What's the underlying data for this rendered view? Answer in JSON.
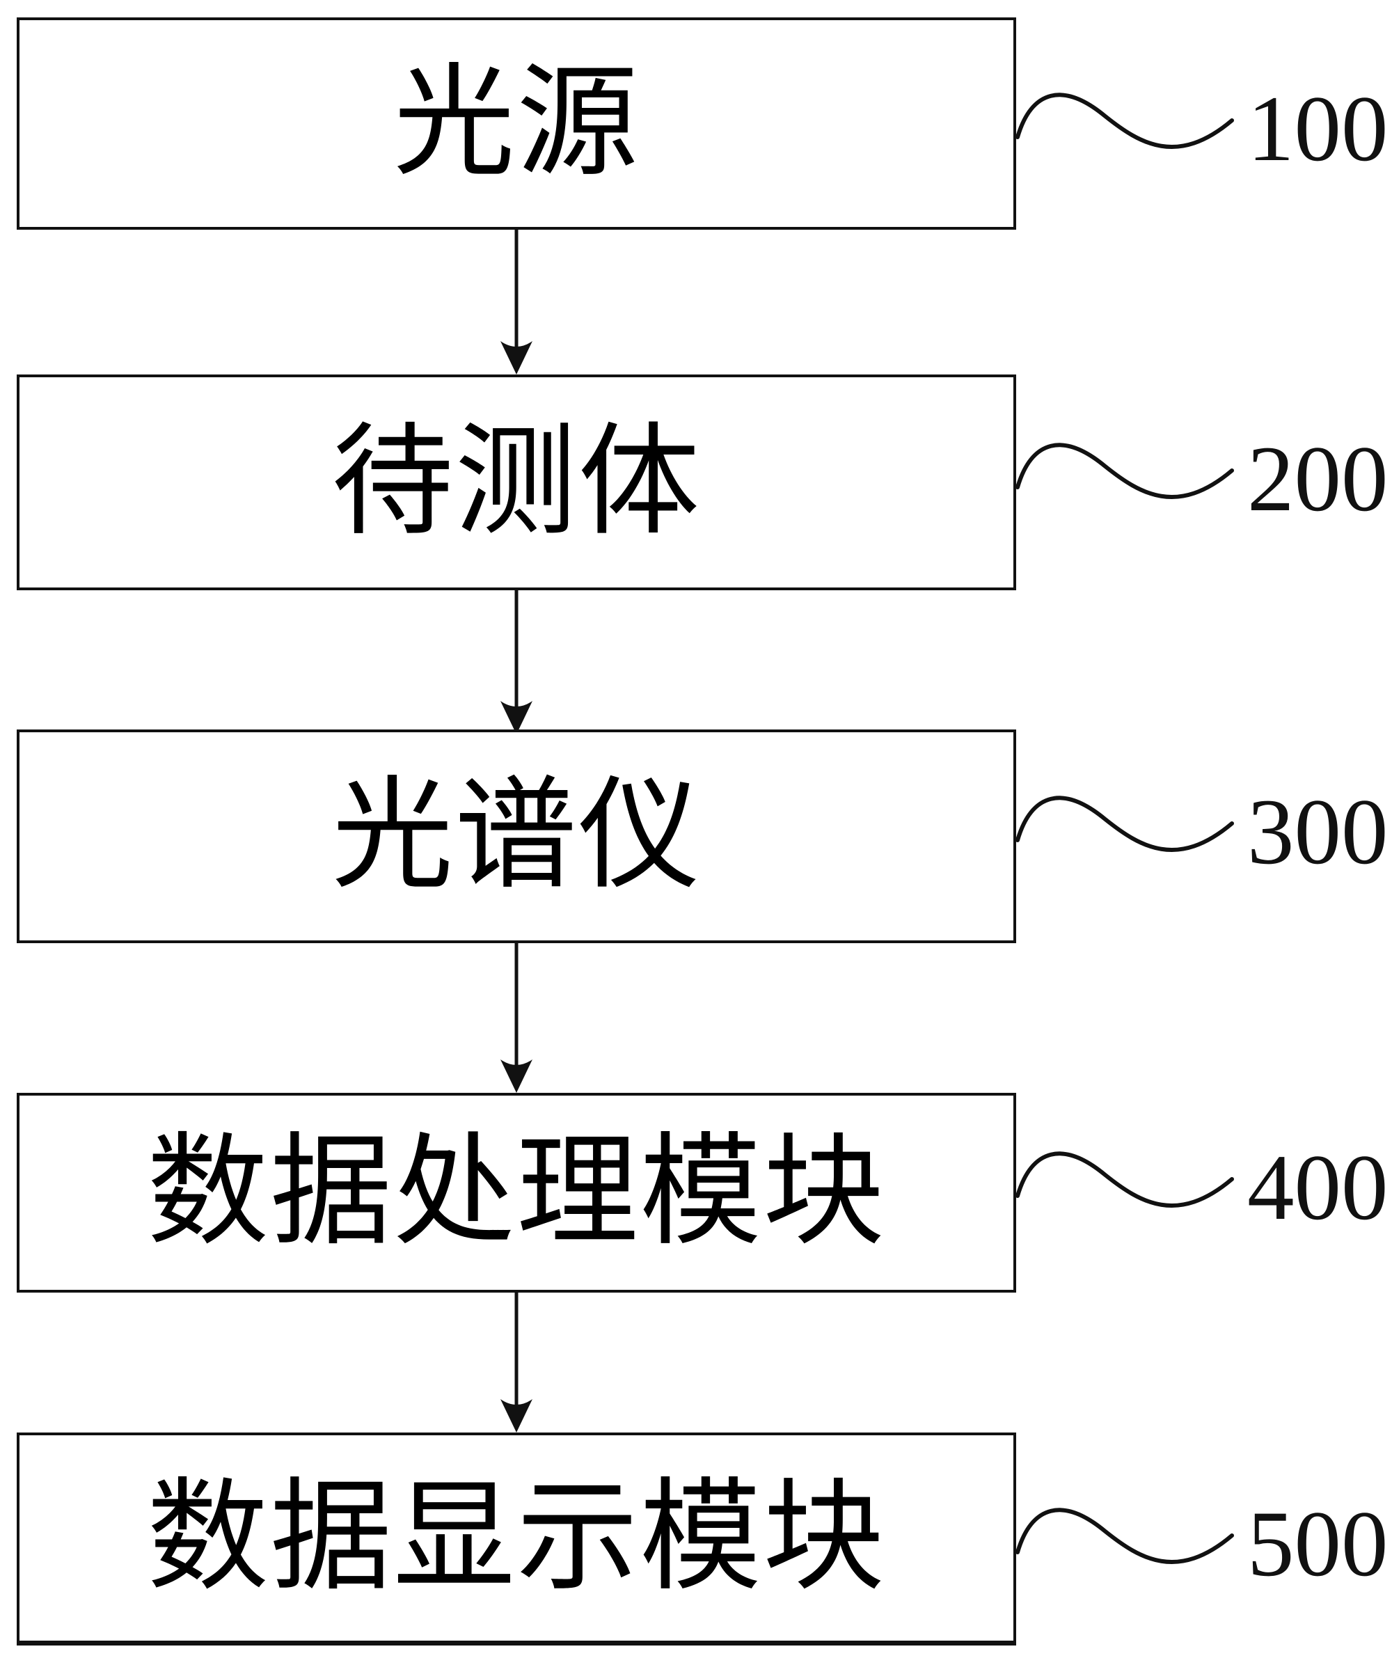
{
  "diagram": {
    "type": "block-flow-diagram",
    "direction": "top-to-bottom",
    "blocks": [
      {
        "label": "光源",
        "ref": "100"
      },
      {
        "label": "待测体",
        "ref": "200"
      },
      {
        "label": "光谱仪",
        "ref": "300"
      },
      {
        "label": "数据处理模块",
        "ref": "400"
      },
      {
        "label": "数据显示模块",
        "ref": "500"
      }
    ],
    "connections": [
      {
        "from": "光源",
        "to": "待测体",
        "style": "arrow-down"
      },
      {
        "from": "待测体",
        "to": "光谱仪",
        "style": "arrow-down"
      },
      {
        "from": "光谱仪",
        "to": "数据处理模块",
        "style": "arrow-down"
      },
      {
        "from": "数据处理模块",
        "to": "数据显示模块",
        "style": "arrow-down"
      }
    ],
    "ref_connector_style": "tilde-squiggle"
  },
  "colors": {
    "background": "#ffffff",
    "line": "#111111",
    "text": "#000000"
  }
}
